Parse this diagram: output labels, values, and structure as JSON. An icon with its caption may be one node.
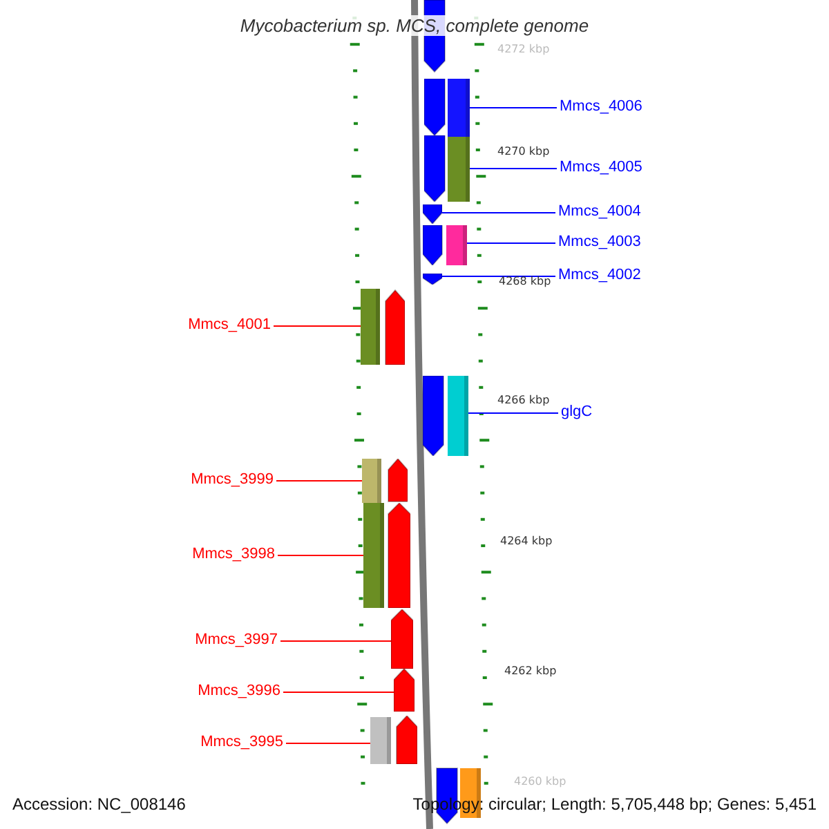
{
  "diagram": {
    "title": "Mycobacterium sp. MCS, complete genome",
    "nodes": [
      {
        "text": [
          "Mmcs_4006"
        ]
      },
      {
        "text": [],
        "shape": "arrow"
      },
      {
        "text": [
          "Mmcs_4005"
        ]
      },
      {
        "text": [],
        "shape": "arrow"
      },
      {
        "text": [
          "Mmcs_4004"
        ]
      },
      {
        "text": [],
        "shape": "arrow"
      },
      {
        "text": [
          "Mmcs_4003"
        ]
      },
      {
        "text": [],
        "shape": "arrow"
      },
      {
        "text": [
          "Mmcs_4002"
        ]
      },
      {
        "text": [],
        "shape": "arrow"
      },
      {
        "text": [
          "Mmcs_4001"
        ]
      },
      {
        "text": [],
        "shape": "arrow"
      },
      {
        "text": [
          "glgC"
        ]
      },
      {
        "text": [],
        "shape": "arrow"
      },
      {
        "text": [
          "Mmcs_3999"
        ]
      },
      {
        "text": [],
        "shape": "arrow"
      },
      {
        "text": [
          "Mmcs_3998"
        ]
      },
      {
        "text": [],
        "shape": "arrow"
      },
      {
        "text": [
          "Mmcs_3997"
        ]
      },
      {
        "text": [],
        "shape": "arrow"
      },
      {
        "text": [
          "Mmcs_3996"
        ]
      },
      {
        "text": [],
        "shape": "arrow"
      },
      {
        "text": [
          "Mmcs_3995"
        ]
      },
      {
        "text": [],
        "shape": "arrow"
      }
    ],
    "edges": [
      {
        "from": 0,
        "to": 1,
        "arrow": "none",
        "color": "#0000ff"
      },
      {
        "from": 2,
        "to": 3,
        "arrow": "none",
        "color": "#0000ff"
      },
      {
        "from": 4,
        "to": 5,
        "arrow": "none",
        "color": "#0000ff"
      },
      {
        "from": 6,
        "to": 7,
        "arrow": "none",
        "color": "#0000ff"
      },
      {
        "from": 8,
        "to": 9,
        "arrow": "none",
        "color": "#0000ff"
      },
      {
        "from": 10,
        "to": 11,
        "arrow": "none",
        "color": "#ff0000"
      },
      {
        "from": 12,
        "to": 13,
        "arrow": "none",
        "color": "#0000ff"
      },
      {
        "from": 14,
        "to": 15,
        "arrow": "none",
        "color": "#ff0000"
      },
      {
        "from": 16,
        "to": 17,
        "arrow": "none",
        "color": "#ff0000"
      },
      {
        "from": 18,
        "to": 19,
        "arrow": "none",
        "color": "#ff0000"
      },
      {
        "from": 20,
        "to": 21,
        "arrow": "none",
        "color": "#ff0000"
      },
      {
        "from": 22,
        "to": 23,
        "arrow": "none",
        "color": "#ff0000"
      }
    ],
    "labels": [
      "4272 kbp",
      "4270 kbp",
      "4268 kbp",
      "4266 kbp",
      "4264 kbp",
      "4262 kbp",
      "4260 kbp",
      "Accession: NC_008146",
      "Topology: circular; Length: 5,705,448 bp; Genes: 5,451"
    ]
  }
}
